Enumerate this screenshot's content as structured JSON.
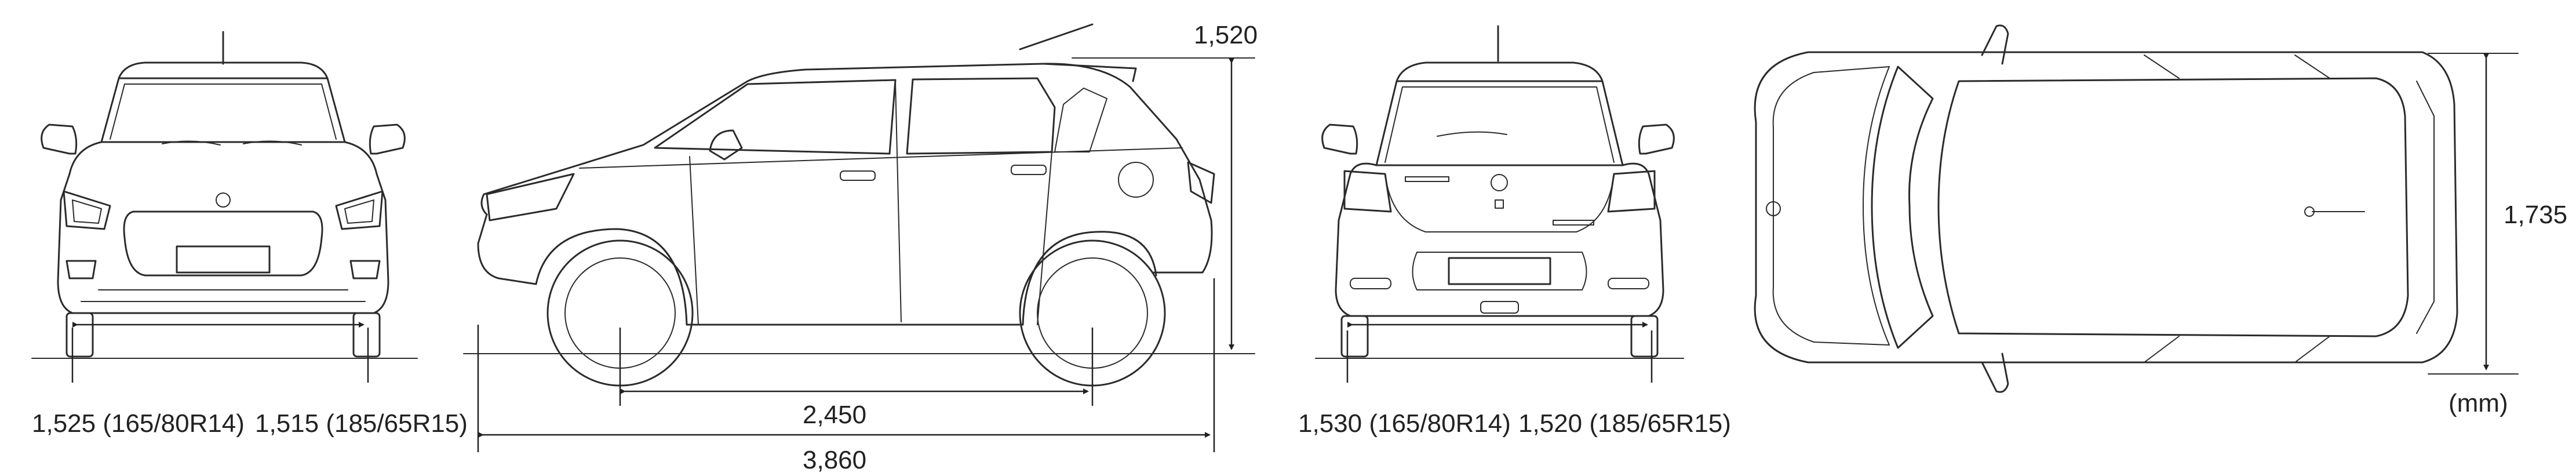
{
  "figure": {
    "unit_note": "(mm)"
  },
  "front_view": {
    "track_label_left": "1,525 (165/80R14)",
    "track_label_right": "1,515 (185/65R15)"
  },
  "side_view": {
    "height_label": "1,520",
    "wheelbase_label": "2,450",
    "length_label": "3,860"
  },
  "rear_view": {
    "track_label_left": "1,530 (165/80R14)",
    "track_label_right": "1,520 (185/65R15)"
  },
  "top_view": {
    "width_label": "1,735"
  },
  "colors": {
    "line": "#2b2b2b",
    "background": "#ffffff"
  }
}
